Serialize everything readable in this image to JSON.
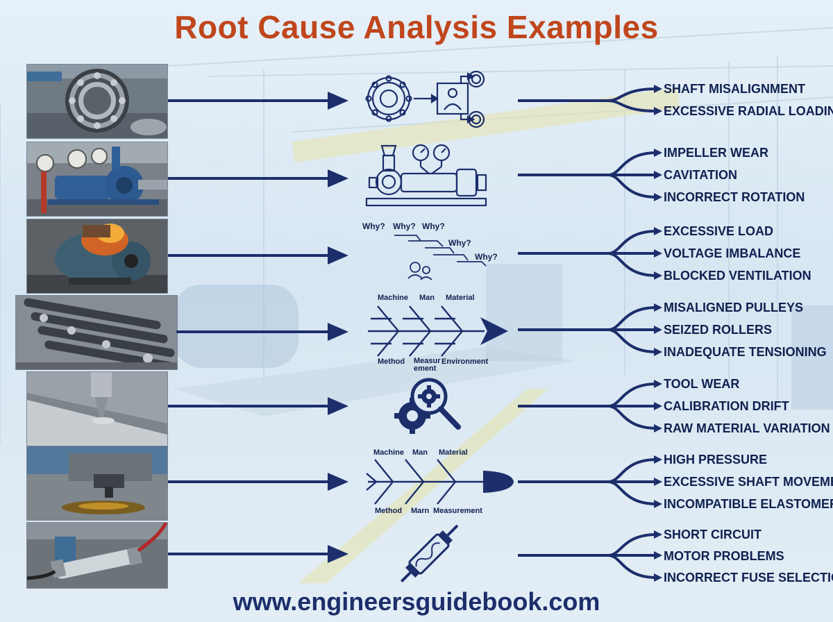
{
  "title": "Root Cause Analysis Examples",
  "footer_url": "www.engineersguidebook.com",
  "colors": {
    "title": "#c0461c",
    "navy": "#1c2e6b",
    "text": "#10204f"
  },
  "rows": [
    {
      "photo": "bearing",
      "icon": "bearing-flow-icon",
      "causes": [
        "SHAFT MISALIGNMENT",
        "EXCESSIVE RADIAL LOADING"
      ]
    },
    {
      "photo": "pump",
      "icon": "pump-gauges-icon",
      "causes": [
        "IMPELLER WEAR",
        "CAVITATION",
        "INCORRECT ROTATION"
      ]
    },
    {
      "photo": "motor",
      "icon": "five-whys-icon",
      "whys": [
        "Why?",
        "Why?",
        "Why?",
        "Why?",
        "Why?"
      ],
      "causes": [
        "EXCESSIVE LOAD",
        "VOLTAGE IMBALANCE",
        "BLOCKED VENTILATION"
      ]
    },
    {
      "photo": "conveyor",
      "icon": "fishbone-icon",
      "fishbone_top": [
        "Machine",
        "Man",
        "Material"
      ],
      "fishbone_bottom": [
        "Method",
        "Measur ement",
        "Environment"
      ],
      "causes": [
        "MISALIGNED PULLEYS",
        "SEIZED ROLLERS",
        "INADEQUATE TENSIONING"
      ]
    },
    {
      "photo": "machining",
      "icon": "gear-magnifier-icon",
      "causes": [
        "TOOL WEAR",
        "CALIBRATION DRIFT",
        "RAW MATERIAL VARIATION"
      ]
    },
    {
      "photo": "seal-leak",
      "icon": "fishbone-icon",
      "fishbone_top": [
        "Machine",
        "Man",
        "Material"
      ],
      "fishbone_bottom": [
        "Method",
        "Marn",
        "Measurement"
      ],
      "causes": [
        "HIGH PRESSURE",
        "EXCESSIVE SHAFT MOVEMENT",
        "INCOMPATIBLE ELASTOMERS"
      ]
    },
    {
      "photo": "fuse",
      "icon": "fuse-icon",
      "causes": [
        "SHORT CIRCUIT",
        "MOTOR PROBLEMS",
        "INCORRECT FUSE SELECTION"
      ]
    }
  ]
}
